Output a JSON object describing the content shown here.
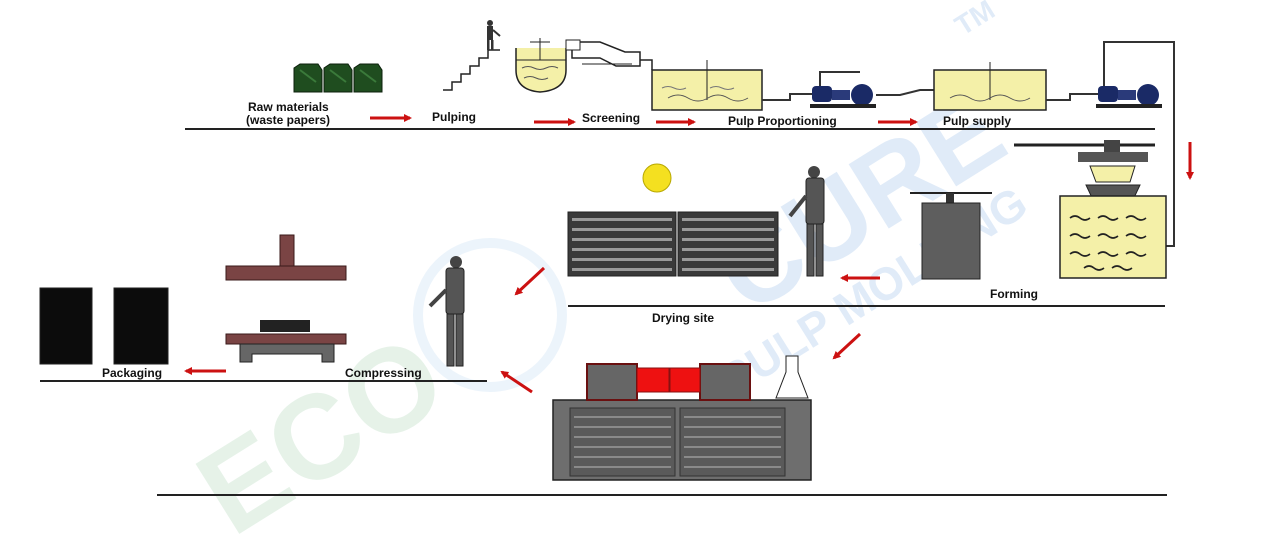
{
  "labels": {
    "raw_materials_line1": "Raw materials",
    "raw_materials_line2": "(waste papers)",
    "pulping": "Pulping",
    "screening": "Screening",
    "pulp_proportioning": "Pulp Proportioning",
    "pulp_supply": "Pulp supply",
    "forming": "Forming",
    "drying_site": "Drying site",
    "compressing": "Compressing",
    "packaging": "Packaging"
  },
  "watermark": {
    "left": "ECO",
    "right": "CURE",
    "sub": "PULP MOLDING",
    "tm": "TM"
  },
  "colors": {
    "arrow": "#cc1111",
    "tank_fill": "#f4f0a8",
    "pump": "#1a2a66",
    "machine_gray": "#6a6a6a",
    "press_brown": "#7a4444",
    "red_part": "#ee1111",
    "sun": "#f4e020",
    "line": "#222222"
  }
}
